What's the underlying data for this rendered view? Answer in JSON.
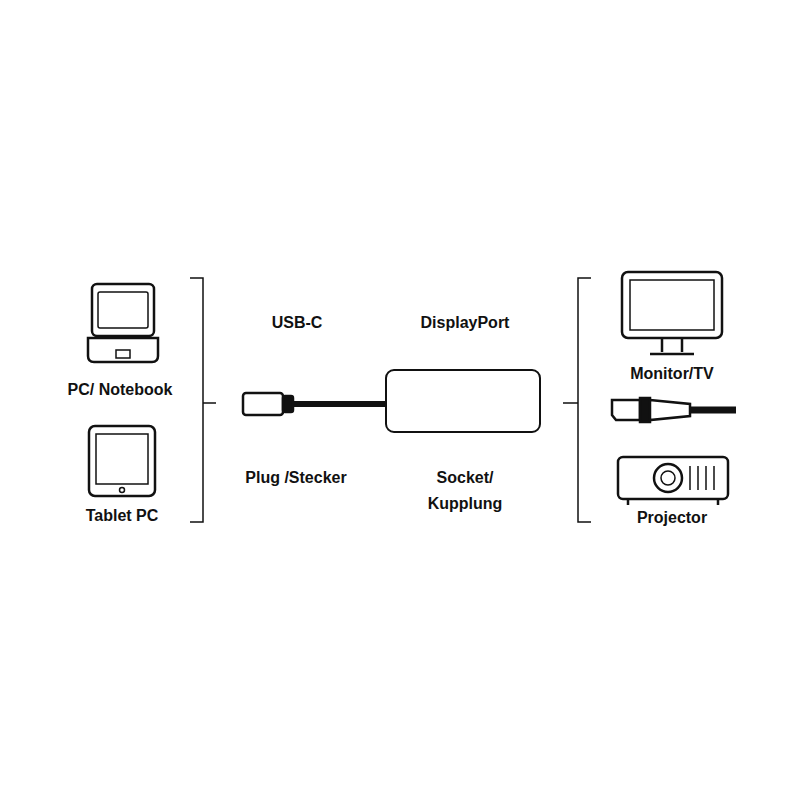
{
  "diagram": {
    "labels": [
      "USB-C",
      "DisplayPort",
      "PC/ Notebook",
      "Tablet PC",
      "Plug /Stecker",
      "Socket/ Kupplung",
      "Monitor/TV",
      "Projector"
    ]
  }
}
